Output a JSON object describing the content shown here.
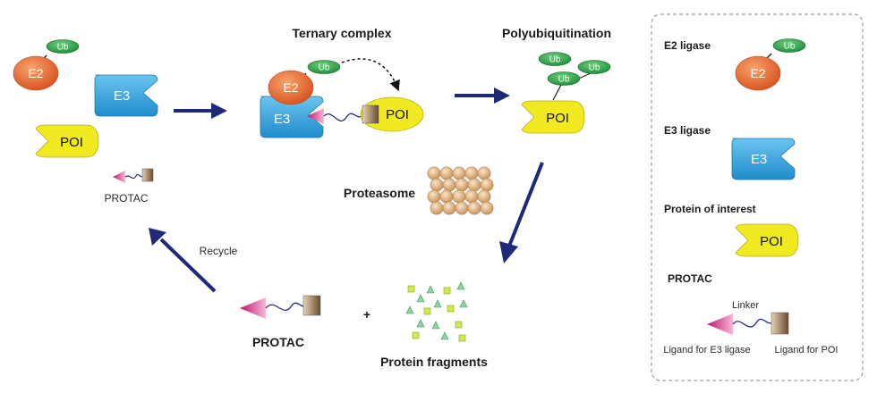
{
  "labels": {
    "ternary_complex": "Ternary complex",
    "polyubiquitination": "Polyubiquitination",
    "proteasome": "Proteasome",
    "recycle": "Recycle",
    "protac": "PROTAC",
    "protac_bottom": "PROTAC",
    "plus": "+",
    "protein_fragments": "Protein fragments"
  },
  "molecules": {
    "ub": "Ub",
    "e2": "E2",
    "e3": "E3",
    "poi": "POI"
  },
  "legend": {
    "e2_title": "E2 ligase",
    "e3_title": "E3 ligase",
    "poi_title": "Protein of interest",
    "protac_title": "PROTAC",
    "linker": "Linker",
    "ligand_e3": "Ligand for E3 ligase",
    "ligand_poi": "Ligand for POI"
  },
  "colors": {
    "ub": "#2e9e48",
    "e2": "#e8642a",
    "e3": "#2f9fd8",
    "poi": "#f2ea20",
    "arrow": "#1e2a78",
    "e3_ligand": "#d4177a",
    "poi_ligand": "#8a6a4a"
  }
}
